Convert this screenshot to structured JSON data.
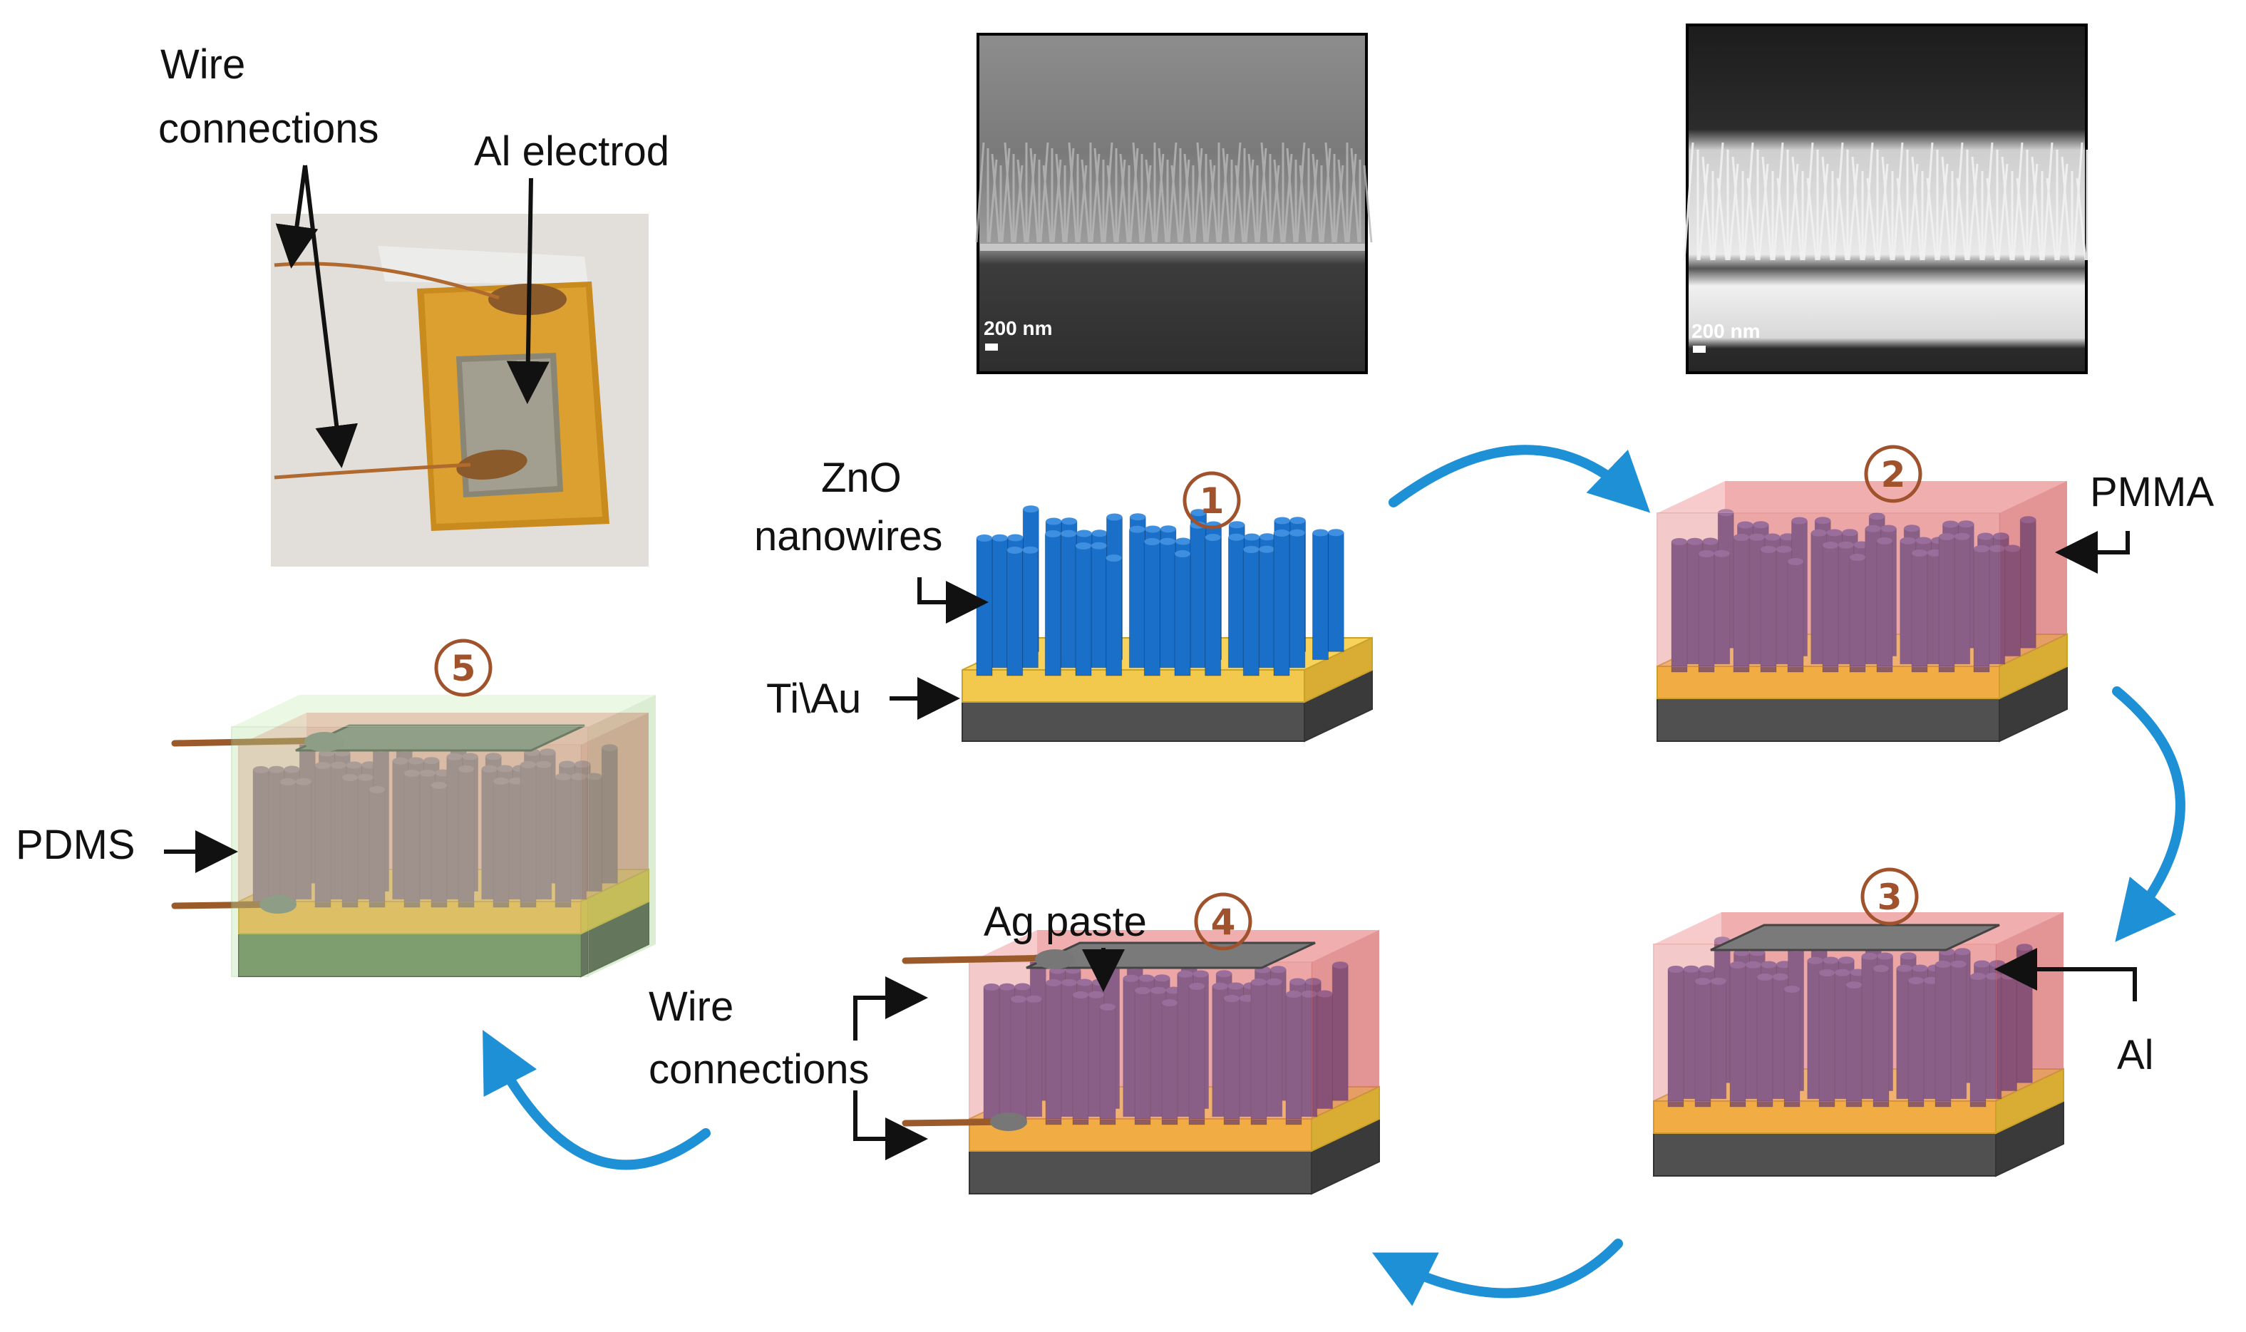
{
  "photo": {
    "wire_label_line1": "Wire",
    "wire_label_line2": "connections",
    "electrode_label": "Al electrod"
  },
  "sem_images": [
    {
      "scale_label": "200 nm"
    },
    {
      "scale_label": "200 nm"
    }
  ],
  "steps": [
    {
      "number": "1",
      "labels": {
        "nanowires_line1": "ZnO",
        "nanowires_line2": "nanowires",
        "substrate": "Ti\\Au"
      }
    },
    {
      "number": "2",
      "labels": {
        "layer": "PMMA"
      }
    },
    {
      "number": "3",
      "labels": {
        "electrode": "Al"
      }
    },
    {
      "number": "4",
      "labels": {
        "paste": "Ag paste",
        "wires_line1": "Wire",
        "wires_line2": "connections"
      }
    },
    {
      "number": "5",
      "labels": {
        "encapsulation": "PDMS"
      }
    }
  ],
  "colors": {
    "step_circle": "#a0522d",
    "flow_arrow": "#1e90d6",
    "nanowire_blue": "#1a6fc9",
    "nanowire_purple": "#3c3a85",
    "pmma": "#e88a8a",
    "gold": "#f2c94c",
    "substrate": "#5a5a5a"
  }
}
